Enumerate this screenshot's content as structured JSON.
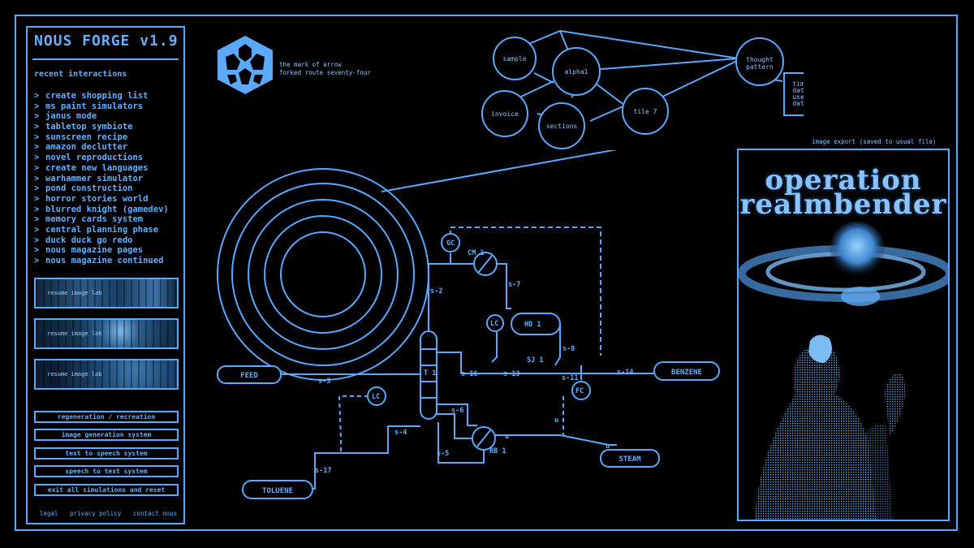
{
  "app": {
    "title": "NOUS FORGE v1.9"
  },
  "sidebar": {
    "section_title": "recent interactions",
    "caret": ">",
    "history": [
      "create shopping list",
      "ms paint simulators",
      "janus mode",
      "tabletop symbiote",
      "sunscreen recipe",
      "amazon declutter",
      "novel reproductions",
      "create new languages",
      "warhammer simulator",
      "pond construction",
      "horror stories world",
      "blurred knight (gamedev)",
      "memory cards system",
      "central planning phase",
      "duck duck go redo",
      "nous magazine pages",
      "nous magazine continued"
    ],
    "image_labs": [
      "resume image lab",
      "resume image lab",
      "resume image lab"
    ],
    "menu": [
      "regeneration / recreation",
      "image generation system",
      "text to speech system",
      "speech to text system",
      "exit all simulations and reset"
    ],
    "footer": {
      "legal": "legal",
      "privacy": "privacy policy",
      "contact": "contact nous"
    }
  },
  "logo": {
    "line1": "the mark of arrow",
    "line2": "forked route seventy-four"
  },
  "mindmap": {
    "nodes": {
      "sample": "sample",
      "alpha1": "alpha1",
      "invoice": "invoice",
      "sections": "sections",
      "tile7": "tile 7",
      "thought_line1": "thought",
      "thought_line2": "pattern"
    },
    "box": {
      "line1": "time",
      "line2": "date",
      "line3": "user",
      "line4": "data"
    }
  },
  "export": {
    "caption": "image export (saved to usual file)",
    "title_line1": "operation",
    "title_line2": "realmbender"
  },
  "process": {
    "streams": {
      "feed": "FEED",
      "benzene": "BENZENE",
      "toluene": "TOLUENE",
      "steam": "STEAM"
    },
    "units": {
      "gc": "GC",
      "cm1": "CM 1",
      "lc_top": "LC",
      "hd1": "HD 1",
      "sj1": "SJ 1",
      "t1": "T 1",
      "lc_left": "LC",
      "fc": "FC",
      "rb1": "RB 1"
    },
    "labels": {
      "s2": "s-2",
      "s7": "s-7",
      "s8": "s-8",
      "s3": "s-3",
      "s16": "s-16",
      "s13": "s-13",
      "s11": "s-11",
      "s14": "s-14",
      "s6": "s-6",
      "s4": "s-4",
      "s5": "s-5",
      "s17": "s-17",
      "u1": "u",
      "u2": "u",
      "u3": "u"
    }
  },
  "colors": {
    "accent": "#5aa9ff",
    "background": "#000000"
  }
}
